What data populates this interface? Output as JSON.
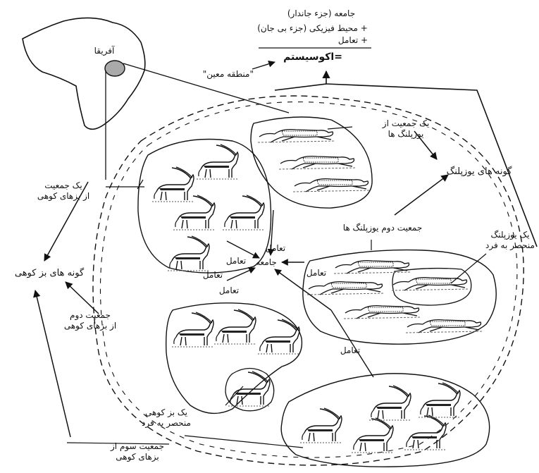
{
  "formula": {
    "line1": "جامعه (جزء جاندار)",
    "line2": "+ محیط فیزیکی (جزء بی جان)",
    "line3": "+ تعامل",
    "result": "=اکوسیستم"
  },
  "labels": {
    "africa": "آفریقا",
    "specific_area": "\"منطقه معین\"",
    "cheetah_pop1": [
      "یک جمعیت از",
      "یوزپلنگ ها"
    ],
    "cheetah_species": "گونه های یوزپلنگ",
    "cheetah_pop2": "جمعیت دوم یوزپلنگ ها",
    "single_cheetah": [
      "یک یوزپلنگ",
      "منحصر به فرد"
    ],
    "ibex_pop1": [
      "یک جمعیت",
      "از بزهای کوهی"
    ],
    "ibex_species": "گونه های بز کوهی",
    "ibex_pop2": [
      "جمعیت دوم",
      "از بزهای کوهی"
    ],
    "single_ibex": [
      "یک بز کوهی",
      "منحصر به فرد"
    ],
    "ibex_pop3": [
      "جمعیت سوم از",
      "بزهای کوهی"
    ],
    "community": "جامعه",
    "interaction": "تعامل"
  }
}
